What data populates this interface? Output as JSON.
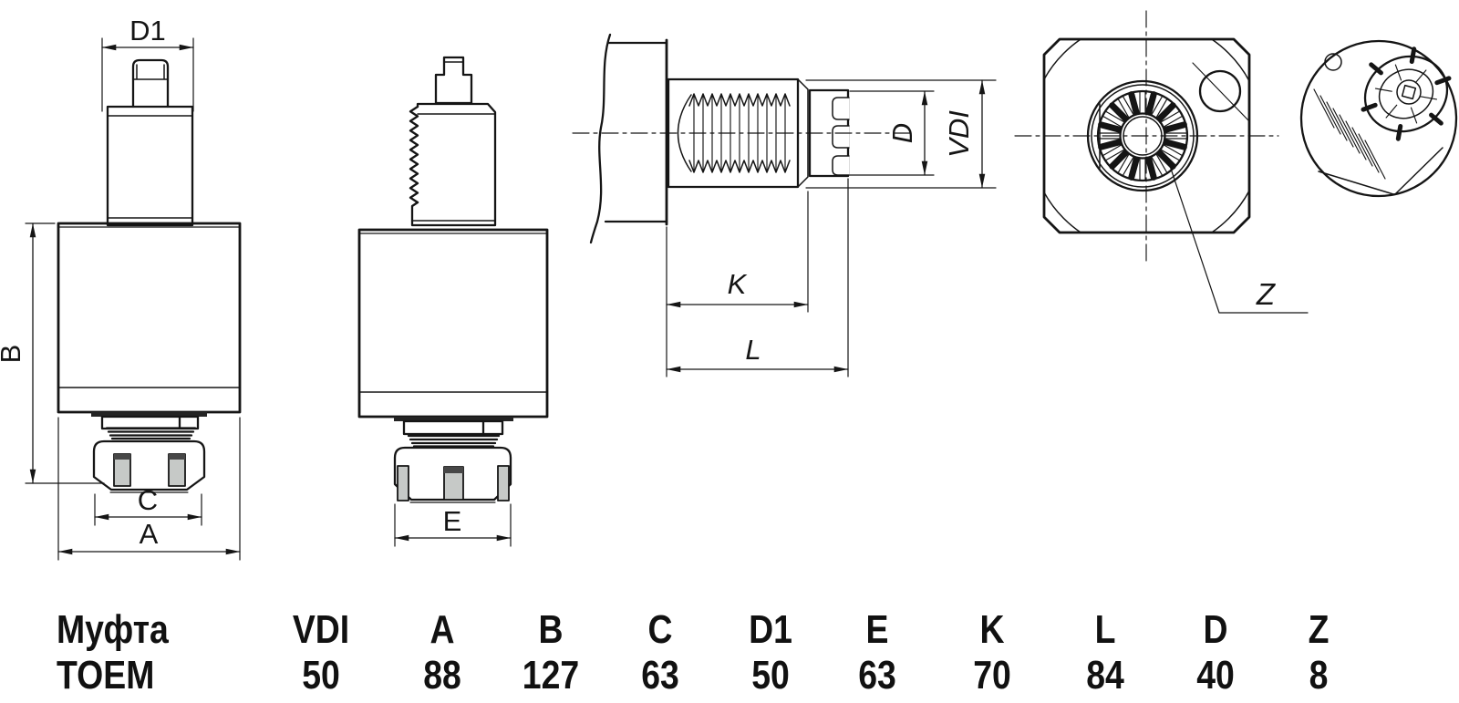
{
  "drawing": {
    "type": "technical-drawing",
    "part": "VDI tool holder coupling (collet chuck)",
    "colors": {
      "line": "#151515",
      "slot_fill": "#c6c9c7",
      "dark_band": "#242424",
      "background": "#ffffff"
    },
    "labels": {
      "d1": "D1",
      "b": "B",
      "c": "C",
      "a": "A",
      "e": "E",
      "k": "K",
      "l": "L",
      "d": "D",
      "vdi": "VDI",
      "z": "Z"
    }
  },
  "table": {
    "headers": [
      "Муфта",
      "VDI",
      "A",
      "B",
      "C",
      "D1",
      "E",
      "K",
      "L",
      "D",
      "Z"
    ],
    "rows": [
      {
        "name": "TOEM",
        "values": [
          "50",
          "88",
          "127",
          "63",
          "50",
          "63",
          "70",
          "84",
          "40",
          "8"
        ]
      }
    ]
  }
}
